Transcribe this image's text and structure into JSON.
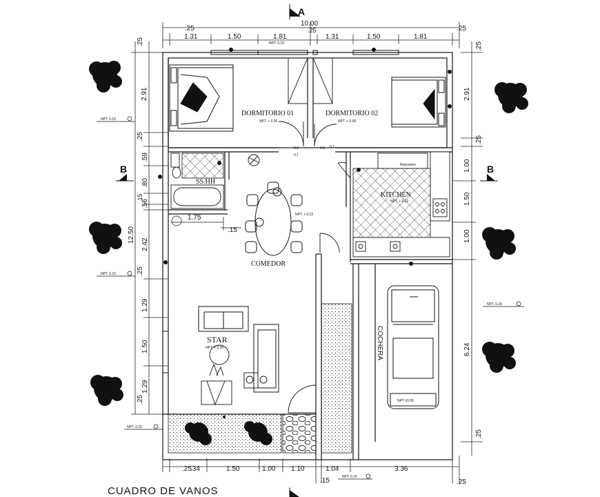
{
  "section_marks": {
    "top": "A",
    "left": "B",
    "right": "B"
  },
  "top_dims": {
    "total": "10.00",
    "edge_left": ".25",
    "edge_mid": ".25",
    "edge_right": ".25",
    "segments": [
      "1.31",
      "1.50",
      "1.81",
      "1.31",
      "1.50",
      "1.81"
    ]
  },
  "left_dims": [
    "2.91",
    ".59",
    ".80",
    ".15",
    ".56",
    "2.42",
    "1.29",
    "1.50",
    "1.29"
  ],
  "left_edges": [
    ".25",
    ".25",
    ".25",
    ".25"
  ],
  "left_total": "12.50",
  "right_dims": [
    "2.91",
    "1.00",
    "1.50",
    "1.00",
    "6.24"
  ],
  "right_edges": [
    ".25",
    ".25",
    ".25"
  ],
  "bottom_dims": [
    "1.50",
    "1.00",
    "1.10",
    "1.04",
    "3.36"
  ],
  "bottom_edge_left": ".25",
  "bottom_edge_left_b": ".34",
  "bottom_small": ".15",
  "bottom_edge_right": ".25",
  "rooms": {
    "dorm1": "DORMITORIO 01",
    "dorm2": "DORMITORIO 02",
    "bath": "SS.HH",
    "kitchen": "KITCHEN",
    "dining": "COMEDOR",
    "living": "STAR",
    "garage": "COCHERA"
  },
  "levels": {
    "npt_top": "NPT. 0.15",
    "npt_dorm1": "NPT. + 0.20",
    "npt_dorm2": "NPT. + 0.00",
    "npt_kitchen": "NPT. + 0.22",
    "npt_dining": "NPT. + 0.22",
    "npt_living": "NPT. + 0.00",
    "npt_garage": "NPT ±0.00",
    "npt_outside_left1": "NPT. 0.15",
    "npt_outside_left2": "NPT. 0.15",
    "npt_outside_left3": "NPT. 0.15",
    "npt_outside_right": "NPT. 0.15",
    "npt_bottom": "NPT. 0.15"
  },
  "door_codes": {
    "d1": "0.2",
    "d2": "0.1",
    "d3": "0.2",
    "d4": "0.1"
  },
  "inner_dims": {
    "bath_width": "1.75",
    "bath_small": ".15"
  },
  "kitchen_label_small": "Repostero",
  "footer_title": "CUADRO DE VANOS"
}
